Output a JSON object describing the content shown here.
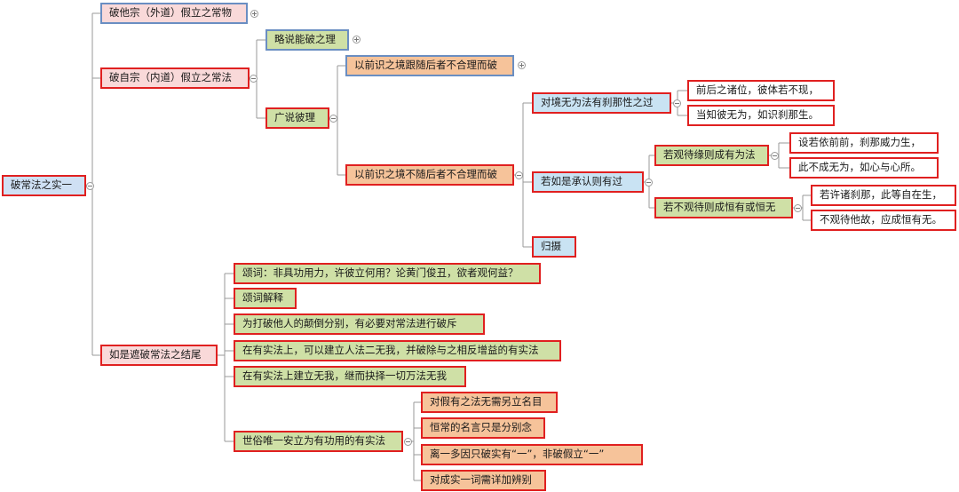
{
  "mindmap": {
    "root": "破常法之实一",
    "b_outer": "破他宗（外道）假立之常物",
    "b_inner": "破自宗（内道）假立之常法",
    "b_conclusion": "如是遮破常法之结尾",
    "inner": {
      "brief": "略说能破之理",
      "extensive": "广说彼理",
      "follow": "以前识之境跟随后者不合理而破",
      "nofollow": "以前识之境不随后者不合理而破",
      "c_unconditioned": "对境无为法有刹那性之过",
      "c_unconditioned_1": "前后之诸位，彼体若不现，",
      "c_unconditioned_2": "当知彼无为，如识刹那生。",
      "c_accept": "若如是承认则有过",
      "c_summary": "归摄",
      "conditioned": "若观待缘则成有为法",
      "conditioned_1": "设若依前前，刹那威力生，",
      "conditioned_2": "此不成无为，如心与心所。",
      "independent": "若不观待则成恒有或恒无",
      "independent_1": "若许诸刹那，此等自在生，",
      "independent_2": "不观待他故，应成恒有无。"
    },
    "conclusion": {
      "verse": "颂词：非具功用力，许彼立何用？论黄门俊丑，欲者观何益？",
      "verse_explain": "颂词解释",
      "refute_reason": "为打破他人的颠倒分别，有必要对常法进行破斥",
      "establish_two": "在有实法上，可以建立人法二无我，并破除与之相反增益的有实法",
      "establish_all": "在有实法上建立无我，继而抉择一切万法无我",
      "worldly": "世俗唯一安立为有功用的有实法",
      "worldly_1": "对假有之法无需另立名目",
      "worldly_2": "恒常的名言只是分别念",
      "worldly_3": "离一多因只破实有“一”，非破假立“一”",
      "worldly_4": "对成实一词需详加辨别"
    }
  }
}
